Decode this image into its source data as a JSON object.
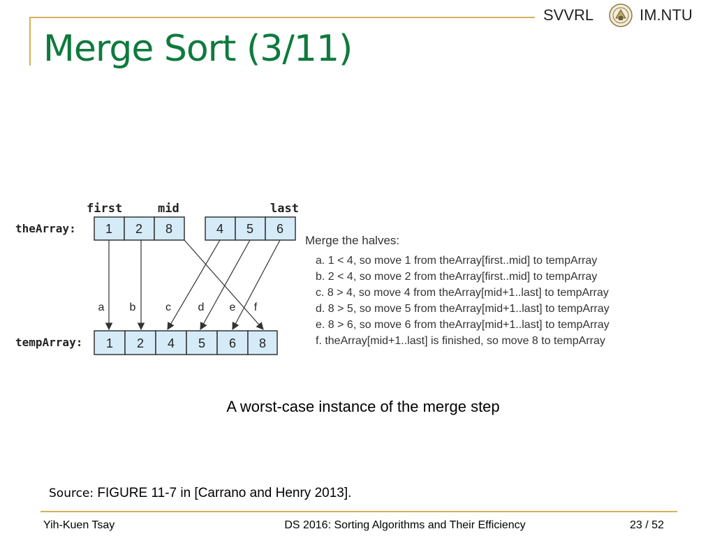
{
  "header": {
    "lab_name": "SVVRL",
    "org_name": "IM.NTU",
    "seal_icon": "university-seal-icon"
  },
  "slide": {
    "title": "Merge Sort (3/11)"
  },
  "diagram": {
    "labels": {
      "first": "first",
      "mid": "mid",
      "last": "last"
    },
    "the_array_label": "theArray:",
    "temp_array_label": "tempArray:",
    "the_array_left": [
      "1",
      "2",
      "8"
    ],
    "the_array_right": [
      "4",
      "5",
      "6"
    ],
    "temp_array": [
      "1",
      "2",
      "4",
      "5",
      "6",
      "8"
    ],
    "arrow_letters": [
      "a",
      "b",
      "c",
      "d",
      "e",
      "f"
    ],
    "merge_heading": "Merge the halves:",
    "steps": [
      "a. 1 < 4, so move 1 from theArray[first..mid] to tempArray",
      "b. 2 < 4, so move 2 from theArray[first..mid] to tempArray",
      "c. 8 > 4, so move 4 from theArray[mid+1..last] to tempArray",
      "d. 8 > 5, so move 5 from theArray[mid+1..last] to tempArray",
      "e. 8 > 6, so move 6 from theArray[mid+1..last] to tempArray",
      "f. theArray[mid+1..last] is finished, so move 8 to tempArray"
    ]
  },
  "caption": "A worst-case  instance of the merge step",
  "source": {
    "label": "Source:",
    "text": "FIGURE 11-7 in [Carrano and Henry 2013]."
  },
  "footer": {
    "author": "Yih-Kuen Tsay",
    "course": "DS 2016: Sorting Algorithms and Their Efficiency",
    "page": "23 / 52"
  },
  "colors": {
    "title": "#0e7a3e",
    "accent_line": "#d4b15a",
    "cell_fill": "#d6ebf8"
  }
}
